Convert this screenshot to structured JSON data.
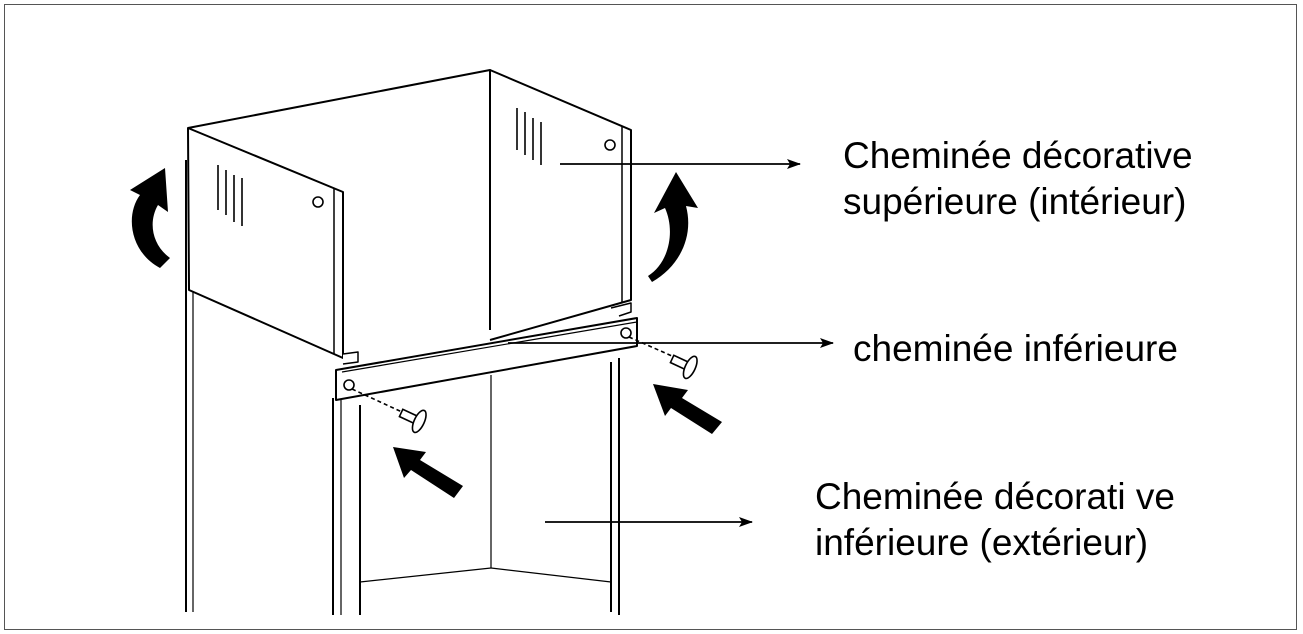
{
  "labels": {
    "upper_chimney": {
      "line1": "Cheminée décorative",
      "line2": "supérieure (intérieur)"
    },
    "lower_chimney": "cheminée inférieure",
    "outer_chimney": {
      "line1": "Cheminée décorati ve",
      "line2": "inférieure (extérieur)"
    }
  },
  "colors": {
    "line": "#000000",
    "frame_border": "#555555",
    "background": "#ffffff"
  }
}
